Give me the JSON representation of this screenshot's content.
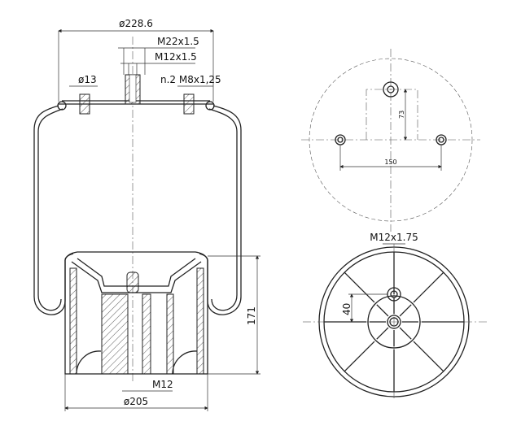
{
  "side_view": {
    "outer_diameter": "ø228.6",
    "stud_thread_outer": "M22x1.5",
    "stud_thread_inner": "M12x1.5",
    "bolt_hole_diameter": "ø13",
    "bolt_count_thread": "n.2  M8x1,25",
    "height": "171",
    "bottom_thread": "M12",
    "piston_diameter": "ø205"
  },
  "top_view": {
    "offset": "73",
    "bolt_spacing": "150"
  },
  "bottom_view": {
    "thread": "M12x1.75",
    "offset": "40"
  }
}
